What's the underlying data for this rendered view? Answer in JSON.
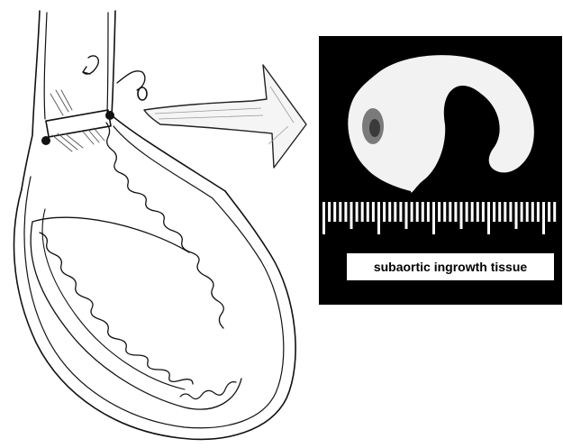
{
  "specimen_panel": {
    "label": "subaortic ingrowth tissue"
  },
  "colors": {
    "ink": "#111111",
    "photo_background": "#000000",
    "tissue": "#f2f2f2",
    "background": "#ffffff"
  },
  "icons": {
    "arrow": "hand-drawn-right-arrow",
    "implant_points": "valve-implant-dots"
  }
}
